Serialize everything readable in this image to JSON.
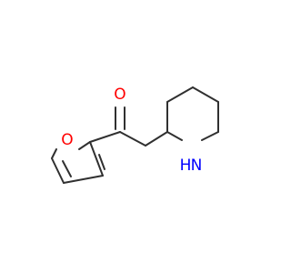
{
  "molecule": {
    "atoms": {
      "furan_oxygen": "O",
      "carbonyl_oxygen": "O",
      "piperidine_nitrogen": "N",
      "piperidine_nitrogen_h": "H"
    },
    "colors": {
      "bond": "#303030",
      "oxygen": "#ff0000",
      "nitrogen": "#0000ff"
    }
  }
}
